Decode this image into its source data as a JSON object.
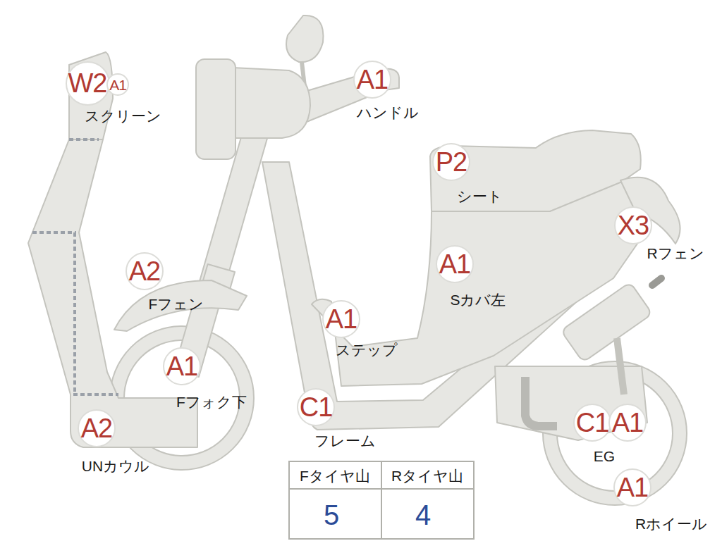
{
  "diagram": {
    "nodes": [
      {
        "text": [
          "W2"
        ]
      },
      {
        "text": [
          "A1"
        ]
      },
      {
        "text": [
          "A1"
        ]
      },
      {
        "text": [
          "P2"
        ]
      },
      {
        "text": [
          "X3"
        ]
      },
      {
        "text": [
          "A2"
        ]
      },
      {
        "text": [
          "A1"
        ]
      },
      {
        "text": [
          "A1"
        ]
      },
      {
        "text": [
          "A1"
        ]
      },
      {
        "text": [
          "C1"
        ]
      },
      {
        "text": [
          "A2"
        ]
      },
      {
        "text": [
          "C1"
        ]
      },
      {
        "text": [
          "A1"
        ]
      },
      {
        "text": [
          "A1"
        ]
      }
    ],
    "edges": [],
    "labels": [
      "スクリーン",
      "ハンドル",
      "シート",
      "Rフェン",
      "Fフェン",
      "Sカバ左",
      "ステップ",
      "Fフォク下",
      "フレーム",
      "UNカウル",
      "EG",
      "Rホイール",
      "Fタイヤ山",
      "Rタイヤ山",
      "5",
      "4"
    ]
  }
}
